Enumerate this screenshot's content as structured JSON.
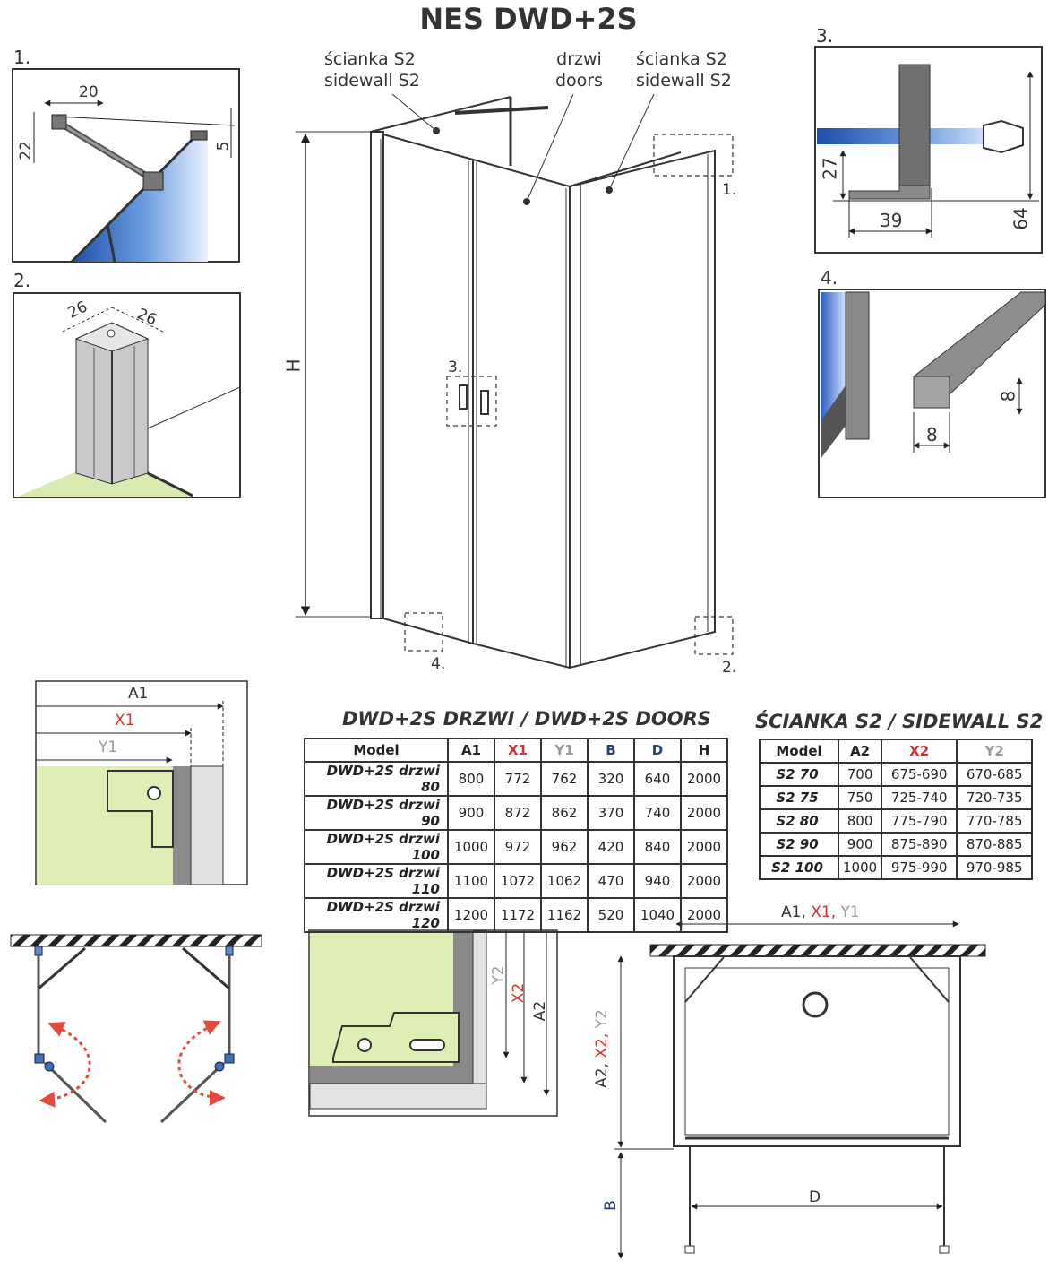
{
  "title": "NES DWD+2S",
  "labels": {
    "sidewall_left_pl": "ścianka S2",
    "sidewall_left_en": "sidewall S2",
    "doors_pl": "drzwi",
    "doors_en": "doors",
    "sidewall_right_pl": "ścianka S2",
    "sidewall_right_en": "sidewall S2",
    "height": "H",
    "callout_1": "1.",
    "callout_2": "2.",
    "callout_3": "3.",
    "callout_4": "4."
  },
  "details": {
    "d1": {
      "label": "1.",
      "dim_a": "20",
      "dim_b": "22",
      "dim_c": "5"
    },
    "d2": {
      "label": "2.",
      "dim_a": "26",
      "dim_b": "26"
    },
    "d3": {
      "label": "3.",
      "dim_a": "27",
      "dim_b": "39",
      "dim_c": "64"
    },
    "d4": {
      "label": "4.",
      "dim_a": "8",
      "dim_b": "8"
    }
  },
  "dims_left": {
    "a1": "A1",
    "x1": "X1",
    "y1": "Y1"
  },
  "dims_side": {
    "y2": "Y2",
    "x2": "X2",
    "a2": "A2"
  },
  "plan": {
    "top_a": "A1, ",
    "top_x": "X1, ",
    "top_y": "Y1",
    "side_a": "A2, ",
    "side_x": "X2, ",
    "side_y": "Y2",
    "b": "B",
    "d": "D"
  },
  "doors_table": {
    "title": "DWD+2S DRZWI / DWD+2S DOORS",
    "headers": [
      "Model",
      "A1",
      "X1",
      "Y1",
      "B",
      "D",
      "H"
    ],
    "rows": [
      [
        "DWD+2S drzwi 80",
        "800",
        "772",
        "762",
        "320",
        "640",
        "2000"
      ],
      [
        "DWD+2S drzwi 90",
        "900",
        "872",
        "862",
        "370",
        "740",
        "2000"
      ],
      [
        "DWD+2S drzwi 100",
        "1000",
        "972",
        "962",
        "420",
        "840",
        "2000"
      ],
      [
        "DWD+2S drzwi 110",
        "1100",
        "1072",
        "1062",
        "470",
        "940",
        "2000"
      ],
      [
        "DWD+2S drzwi 120",
        "1200",
        "1172",
        "1162",
        "520",
        "1040",
        "2000"
      ]
    ]
  },
  "sidewall_table": {
    "title": "ŚCIANKA S2 / SIDEWALL S2",
    "headers": [
      "Model",
      "A2",
      "X2",
      "Y2"
    ],
    "rows": [
      [
        "S2 70",
        "700",
        "675-690",
        "670-685"
      ],
      [
        "S2 75",
        "750",
        "725-740",
        "720-735"
      ],
      [
        "S2 80",
        "800",
        "775-790",
        "770-785"
      ],
      [
        "S2 90",
        "900",
        "875-890",
        "870-885"
      ],
      [
        "S2 100",
        "1000",
        "975-990",
        "970-985"
      ]
    ]
  }
}
